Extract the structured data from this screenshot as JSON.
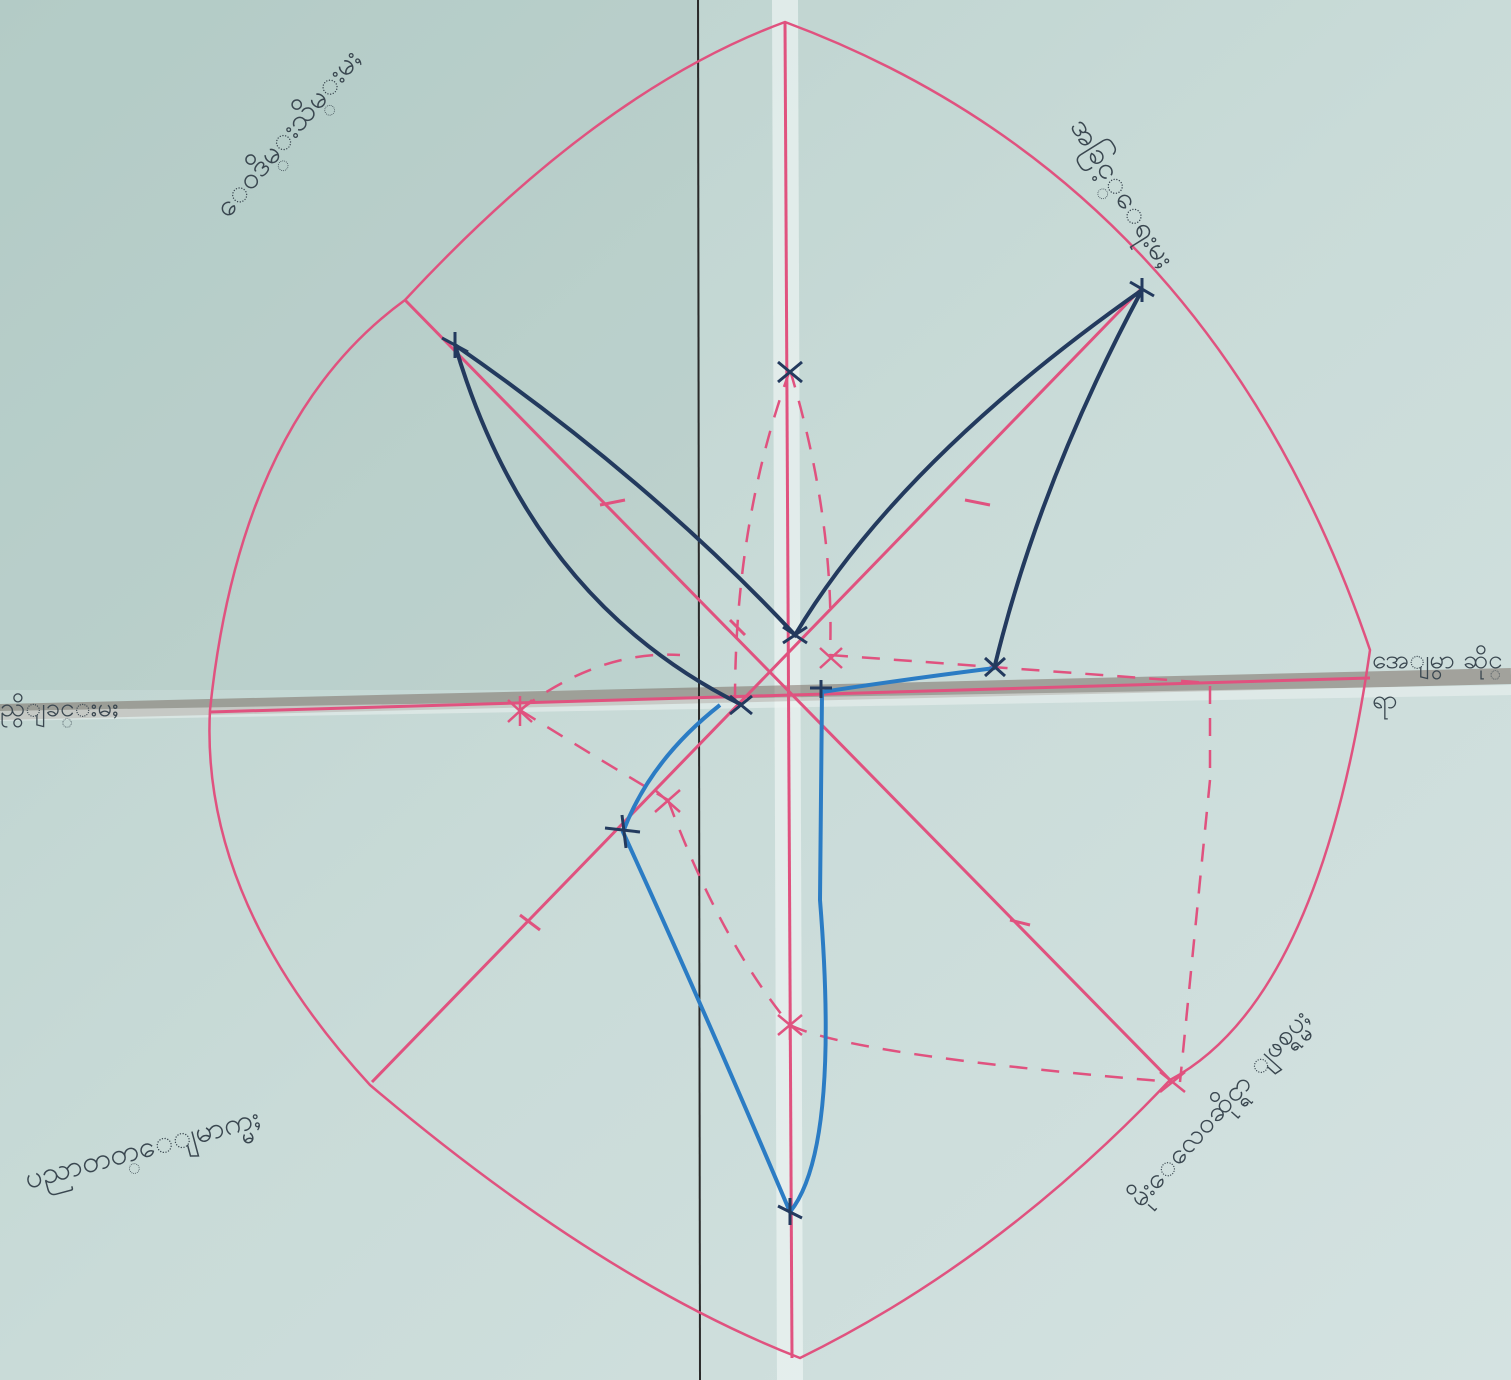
{
  "diagram": {
    "type": "hand-drawn radar / spider diagram",
    "axis_labels": {
      "top": "",
      "top_left": "ေ၀ဒိမ္းသိမ္းမႈ",
      "top_right": "အခြင့္ေရးမႈ",
      "right": "အေျမွာ ဆိုင္ရာ",
      "bottom_right": "မိုးေလေ၀ဆိုင္ရာ ျဖစ္ရပ္မႈ",
      "bottom_left": "ပညာတတ္ေျမာက္မႈ",
      "left": "ညွိျခင္းမႈ"
    },
    "colors": {
      "pink": "#e0527f",
      "dark_blue": "#233a5e",
      "light_blue": "#2b7cc4",
      "black": "#2a2a2a",
      "paper": "#c4d6d3"
    }
  }
}
